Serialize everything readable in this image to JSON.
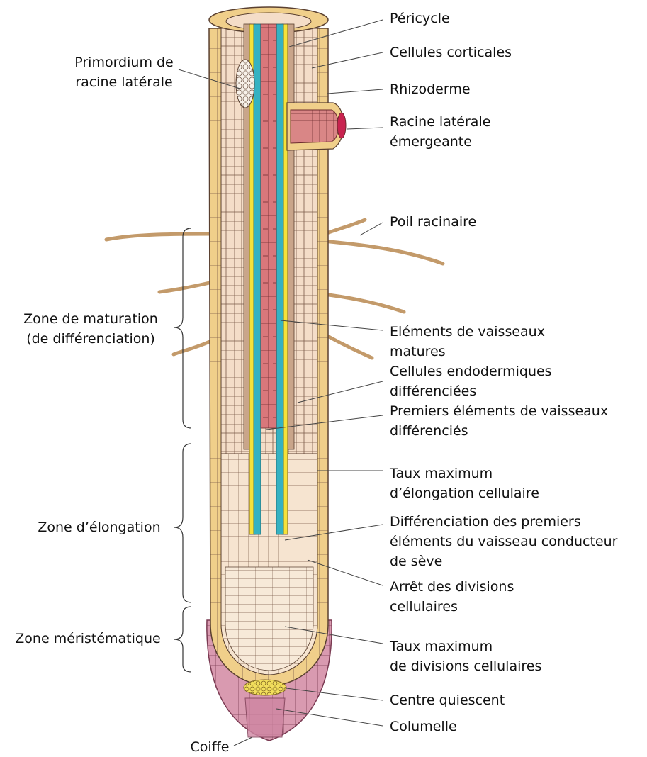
{
  "labels_right": [
    {
      "id": "pericycle",
      "lines": [
        "Péricycle"
      ]
    },
    {
      "id": "cortical",
      "lines": [
        "Cellules corticales"
      ]
    },
    {
      "id": "rhizoderm",
      "lines": [
        "Rhizoderme"
      ]
    },
    {
      "id": "lateral-emerging",
      "lines": [
        "Racine latérale",
        "émergeante"
      ]
    },
    {
      "id": "root-hair",
      "lines": [
        "Poil racinaire"
      ]
    },
    {
      "id": "mature-vessels",
      "lines": [
        "Eléments de vaisseaux",
        "matures"
      ]
    },
    {
      "id": "endodermis",
      "lines": [
        "Cellules endodermiques",
        "différenciées"
      ]
    },
    {
      "id": "first-vessels",
      "lines": [
        "Premiers éléments de vaisseaux",
        "différenciés"
      ]
    },
    {
      "id": "max-elongation",
      "lines": [
        "Taux maximum",
        "d’élongation cellulaire"
      ]
    },
    {
      "id": "diff-first-vessel",
      "lines": [
        "Différenciation des premiers",
        "éléments du vaisseau conducteur",
        "de sève"
      ]
    },
    {
      "id": "stop-division",
      "lines": [
        "Arrêt des divisions",
        "cellulaires"
      ]
    },
    {
      "id": "max-division",
      "lines": [
        "Taux maximum",
        "de divisions cellulaires"
      ]
    },
    {
      "id": "quiescent",
      "lines": [
        "Centre quiescent"
      ]
    },
    {
      "id": "columella",
      "lines": [
        "Columelle"
      ]
    }
  ],
  "labels_left": [
    {
      "id": "lateral-primordium",
      "lines": [
        "Primordium de",
        "racine latérale"
      ]
    },
    {
      "id": "maturation-zone",
      "lines": [
        "Zone de maturation",
        "(de différenciation)"
      ]
    },
    {
      "id": "elongation-zone",
      "lines": [
        "Zone d’élongation"
      ]
    },
    {
      "id": "meristematic-zone",
      "lines": [
        "Zone méristématique"
      ]
    },
    {
      "id": "cap",
      "lines": [
        "Coiffe"
      ]
    }
  ],
  "colors": {
    "cortex": "#f4ddc8",
    "rhizoderm": "#f0cf8a",
    "pericycle": "#f5e23a",
    "endodermis": "#c9a58a",
    "phloem": "#35b2c2",
    "xylem": "#d9777b",
    "meristem": "#f7e9d8",
    "cap": "#d99ab0",
    "quiescent": "#f2de5c",
    "outline": "#5a4030"
  }
}
